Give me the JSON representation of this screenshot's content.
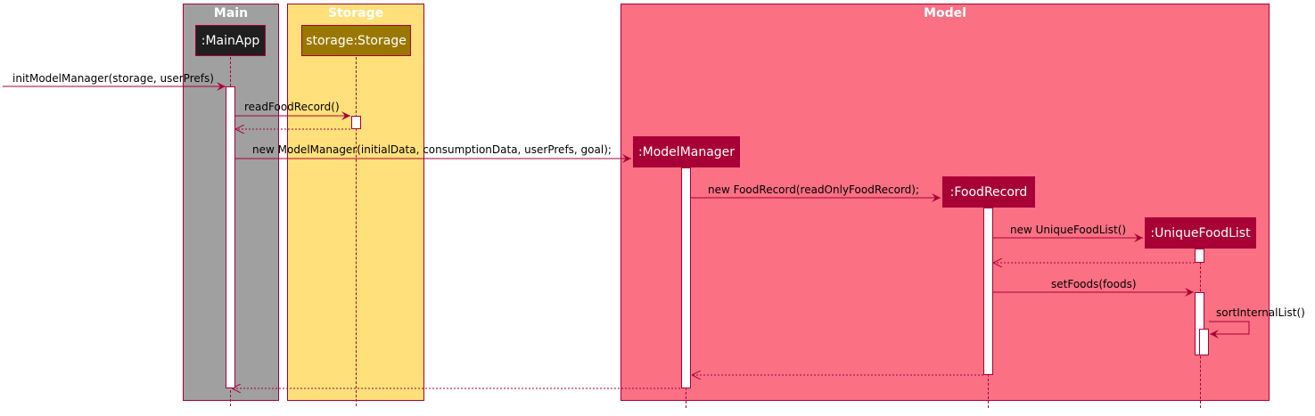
{
  "boxes": {
    "main": {
      "title": "Main",
      "color": "#a0a0a0"
    },
    "storage": {
      "title": "Storage",
      "color": "#ffe07a"
    },
    "model": {
      "title": "Model",
      "color": "#fb7083"
    }
  },
  "participants": {
    "mainapp": {
      "label": ":MainApp",
      "color": "#1f1f1f"
    },
    "storage": {
      "label": "storage:Storage",
      "color": "#9a7800"
    },
    "modelmanager": {
      "label": ":ModelManager",
      "color": "#a80036"
    },
    "foodrecord": {
      "label": ":FoodRecord",
      "color": "#a80036"
    },
    "uniquefoodlist": {
      "label": ":UniqueFoodList",
      "color": "#a80036"
    }
  },
  "messages": {
    "init": "initModelManager(storage, userPrefs)",
    "read": "readFoodRecord()",
    "new_mm": "new ModelManager(initialData, consumptionData, userPrefs, goal);",
    "new_fr": "new FoodRecord(readOnlyFoodRecord);",
    "new_ufl": "new UniqueFoodList()",
    "setfoods": "setFoods(foods)",
    "sort": "sortInternalList()"
  },
  "colors": {
    "line": "#a80036"
  }
}
